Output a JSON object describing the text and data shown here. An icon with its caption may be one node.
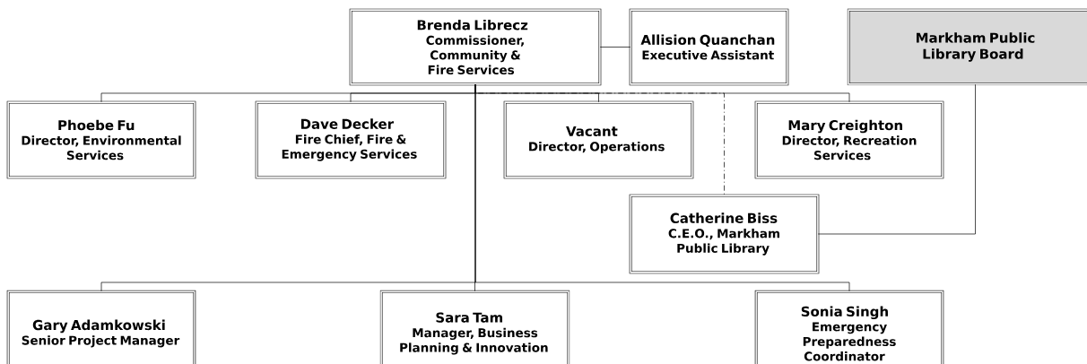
{
  "diagram": {
    "nodes": [
      {
        "text": [
          "Brenda Librecz",
          "Commissioner, Community & Fire Services"
        ]
      },
      {
        "text": [
          "Allision Quanchan",
          "Executive Assistant"
        ]
      },
      {
        "text": [
          "Markham Public Library Board"
        ]
      },
      {
        "text": [
          "Phoebe Fu",
          "Director, Environmental Services"
        ]
      },
      {
        "text": [
          "Dave Decker",
          "Fire Chief, Fire & Emergency Services"
        ]
      },
      {
        "text": [
          "Vacant",
          "Director, Operations"
        ]
      },
      {
        "text": [
          "Mary Creighton",
          "Director, Recreation Services"
        ]
      },
      {
        "text": [
          "Catherine Biss",
          "C.E.O., Markham Public Library"
        ]
      },
      {
        "text": [
          "Gary Adamkowski",
          "Senior Project Manager"
        ]
      },
      {
        "text": [
          "Sara Tam",
          "Manager, Business Planning & Innovation"
        ]
      },
      {
        "text": [
          "Sonia Singh",
          "Emergency Preparedness Coordinator"
        ]
      }
    ],
    "edges": [
      {
        "from": 0,
        "to": 1,
        "arrow": "none"
      },
      {
        "from": 0,
        "to": 3,
        "arrow": "none"
      },
      {
        "from": 0,
        "to": 4,
        "arrow": "none"
      },
      {
        "from": 0,
        "to": 5,
        "arrow": "none"
      },
      {
        "from": 0,
        "to": 6,
        "arrow": "none"
      },
      {
        "from": 0,
        "to": 7,
        "arrow": "none",
        "style": "dashed"
      },
      {
        "from": 2,
        "to": 7,
        "arrow": "none"
      },
      {
        "from": 0,
        "to": 8,
        "arrow": "none"
      },
      {
        "from": 0,
        "to": 9,
        "arrow": "none"
      },
      {
        "from": 0,
        "to": 10,
        "arrow": "none"
      }
    ]
  }
}
